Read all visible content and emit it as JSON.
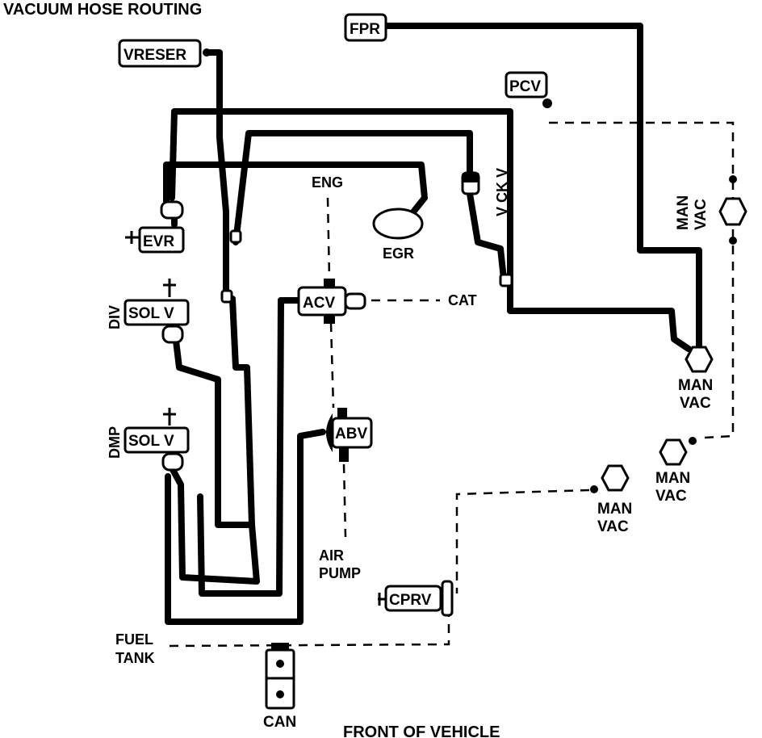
{
  "title": "VACUUM HOSE ROUTING",
  "footer": "FRONT OF VEHICLE",
  "components": {
    "fpr": "FPR",
    "vreser": "VRESER",
    "pcv": "PCV",
    "evr": "EVR",
    "sol_v_div": "SOL V",
    "sol_v_dmp": "SOL V",
    "acv": "ACV",
    "abv": "ABV",
    "cprv": "CPRV"
  },
  "labels": {
    "eng": "ENG",
    "egr": "EGR",
    "cat": "CAT",
    "vckv": "V CK V",
    "div": "DIV",
    "dmp": "DMP",
    "air_pump_1": "AIR",
    "air_pump_2": "PUMP",
    "fuel_tank_1": "FUEL",
    "fuel_tank_2": "TANK",
    "can": "CAN",
    "man": "MAN",
    "vac": "VAC"
  },
  "colors": {
    "ink": "#000000",
    "paper": "#ffffff"
  }
}
